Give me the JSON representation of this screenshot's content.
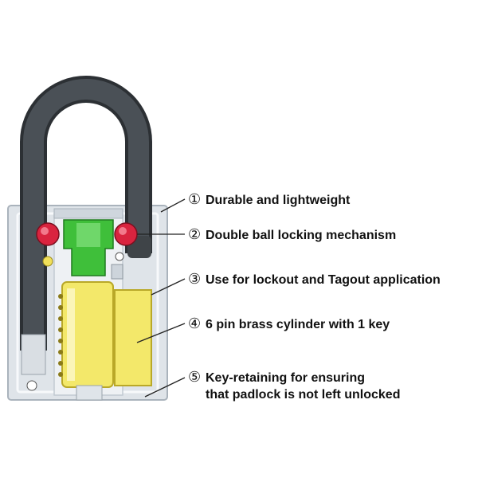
{
  "callouts": [
    {
      "num": "①",
      "text": "Durable and lightweight"
    },
    {
      "num": "②",
      "text": "Double ball locking mechanism"
    },
    {
      "num": "③",
      "text": "Use for lockout and Tagout application"
    },
    {
      "num": "④",
      "text": "6 pin brass cylinder with 1 key"
    },
    {
      "num": "⑤",
      "text": "Key-retaining for ensuring",
      "text2": "that padlock is not left unlocked"
    }
  ],
  "colors": {
    "shackle": "#3f4448",
    "body": "#dfe4e9",
    "body_edge": "#b7c0c8",
    "plug": "#3fbf3a",
    "ball": "#d9243f",
    "cylinder": "#f3e86a",
    "cylinder_edge": "#b9a828",
    "leader": "#222222"
  }
}
